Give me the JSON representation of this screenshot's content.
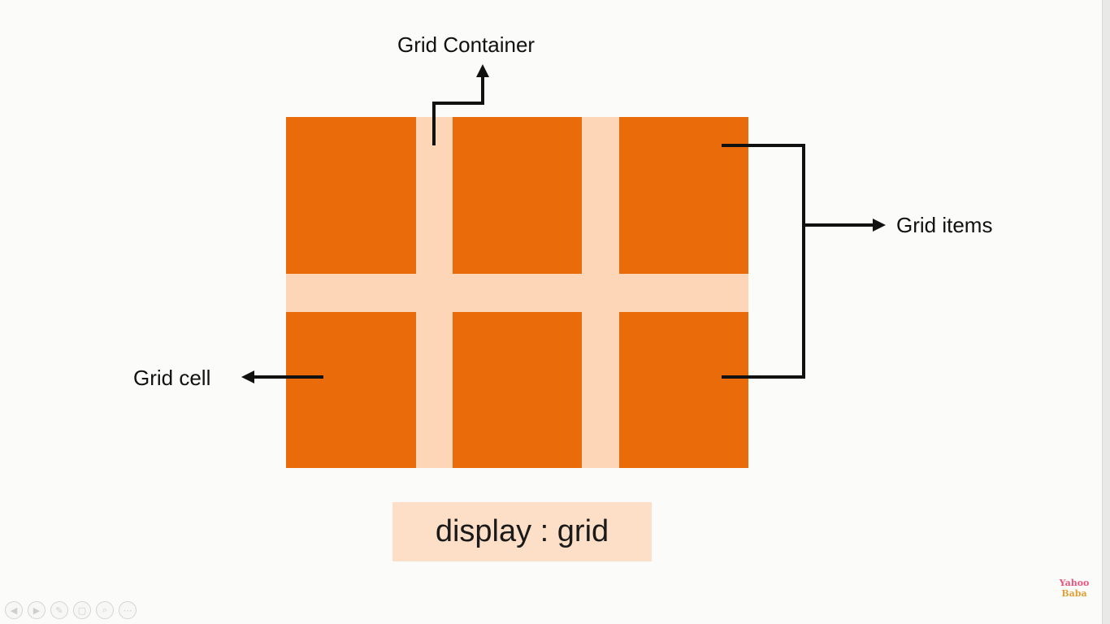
{
  "labels": {
    "grid_container": "Grid Container",
    "grid_items": "Grid items",
    "grid_cell": "Grid cell",
    "display": "display : grid"
  },
  "grid": {
    "rows": 2,
    "columns": 3,
    "item_count": 6
  },
  "colors": {
    "item": "#e96b0a",
    "container": "#fcd6b6",
    "display_box": "#fcdfc6",
    "arrow": "#111111"
  },
  "controls": [
    {
      "icon": "previous-icon",
      "glyph": "◀"
    },
    {
      "icon": "next-icon",
      "glyph": "▶"
    },
    {
      "icon": "pen-icon",
      "glyph": "✎"
    },
    {
      "icon": "slides-icon",
      "glyph": "▢"
    },
    {
      "icon": "zoom-icon",
      "glyph": "⌕"
    },
    {
      "icon": "more-icon",
      "glyph": "⋯"
    }
  ],
  "watermark": {
    "line1": "Yahoo",
    "line2": "Baba"
  }
}
